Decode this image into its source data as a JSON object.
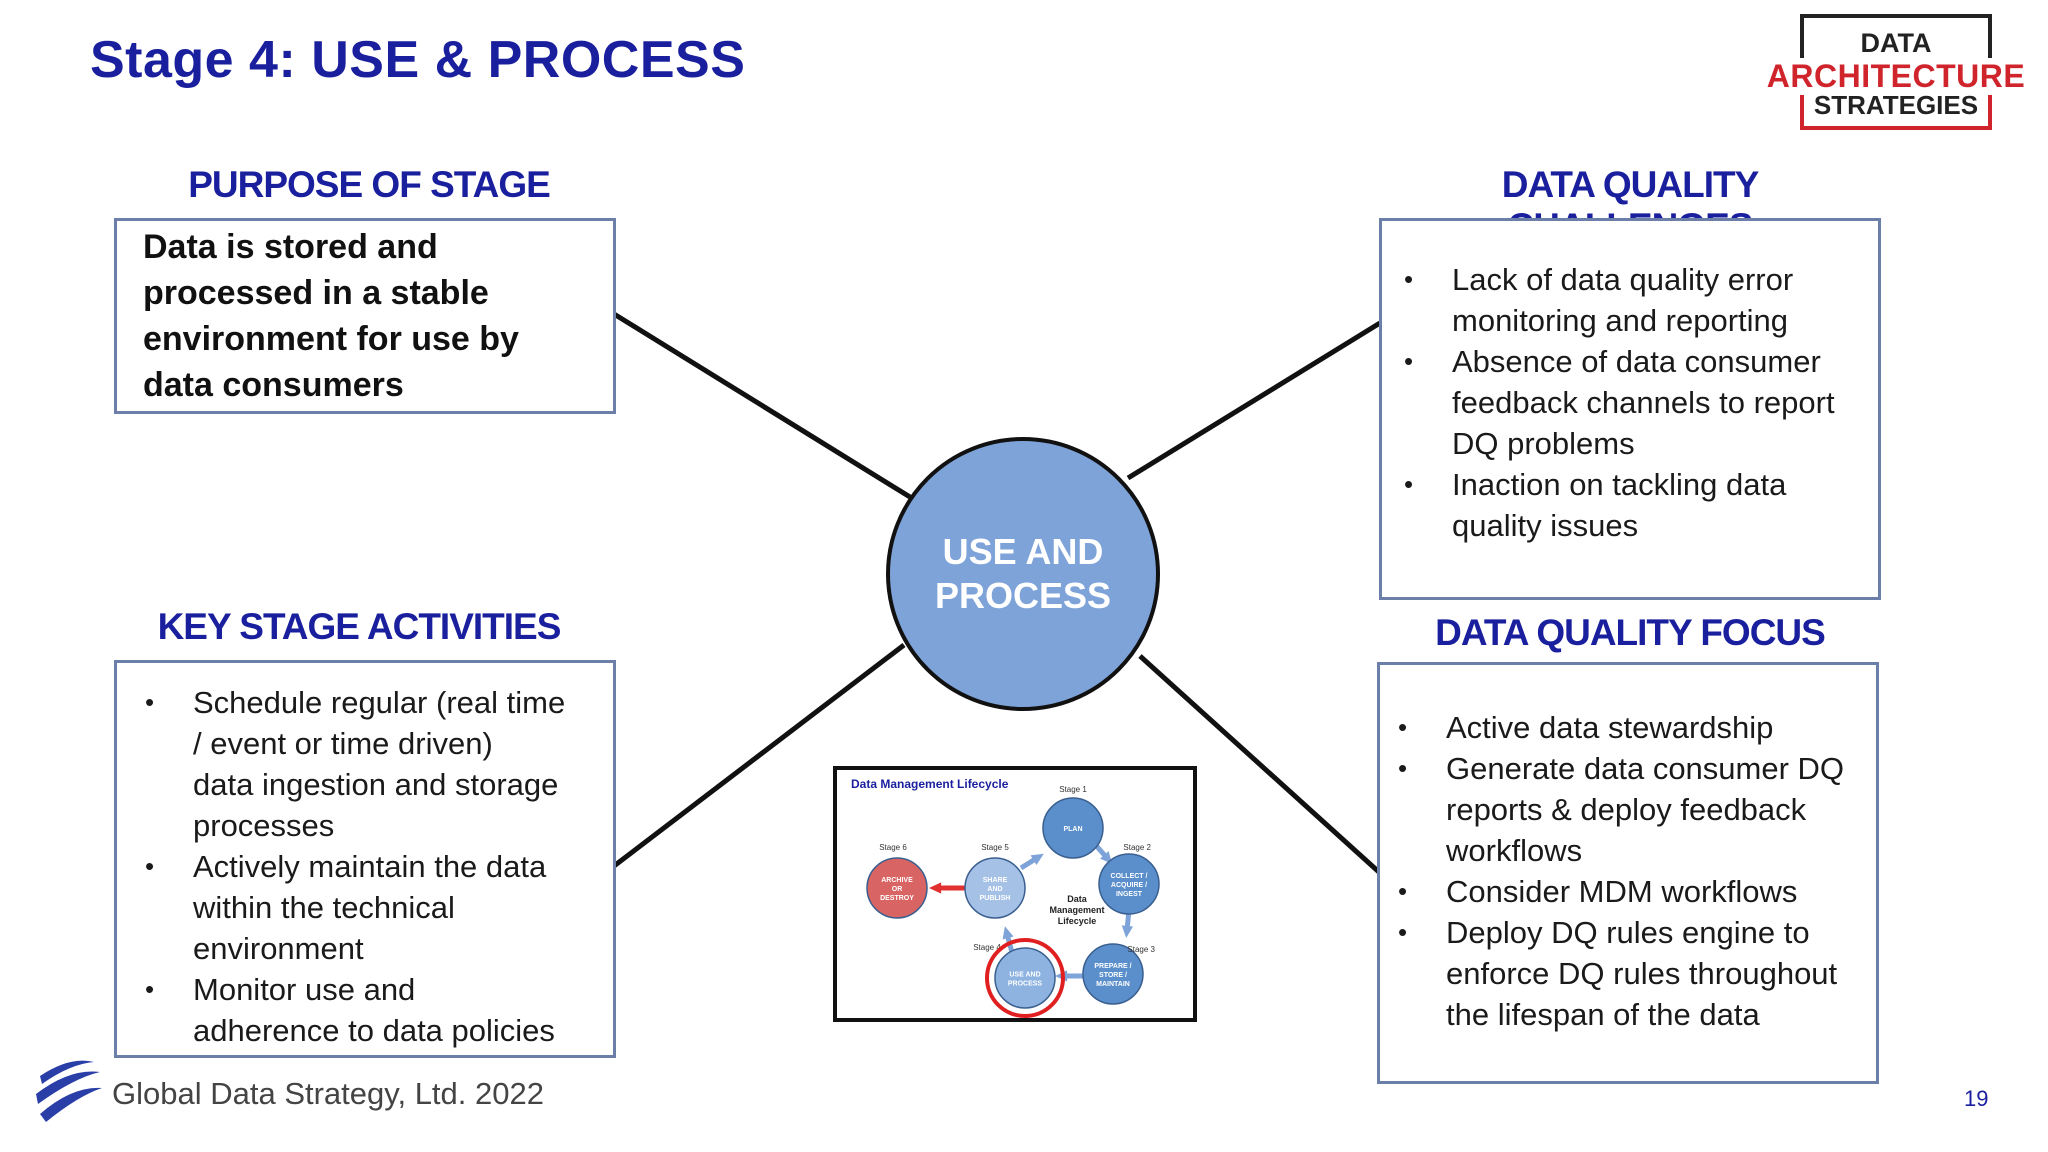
{
  "slide": {
    "title": "Stage 4:  USE & PROCESS",
    "footer": "Global Data Strategy, Ltd. 2022",
    "page_number": "19"
  },
  "logo": {
    "line1": "DATA",
    "line2": "ARCHITECTURE",
    "line3": "STRATEGIES"
  },
  "center": {
    "line1": "USE AND",
    "line2": "PROCESS"
  },
  "purpose": {
    "heading": "PURPOSE OF STAGE",
    "text_lines": [
      "Data is stored and",
      "processed in a stable",
      "environment for use by",
      "data consumers"
    ]
  },
  "activities": {
    "heading": "KEY STAGE ACTIVITIES",
    "items": [
      [
        "Schedule regular (real time",
        "/ event or time driven)",
        "data ingestion and storage",
        "processes"
      ],
      [
        "Actively maintain the data",
        "within the technical",
        "environment"
      ],
      [
        "Monitor use and",
        "adherence to data policies"
      ]
    ]
  },
  "challenges": {
    "heading": "DATA QUALITY CHALLENGES",
    "items": [
      [
        "Lack of data quality error",
        "monitoring and reporting"
      ],
      [
        "Absence of data consumer",
        "feedback channels to report",
        "DQ problems"
      ],
      [
        "Inaction on tackling data",
        "quality issues"
      ]
    ]
  },
  "focus": {
    "heading": "DATA QUALITY FOCUS",
    "items": [
      [
        "Active data stewardship"
      ],
      [
        "Generate data consumer DQ",
        "reports & deploy feedback",
        "workflows"
      ],
      [
        "Consider MDM workflows"
      ],
      [
        "Deploy DQ rules engine to",
        "enforce DQ rules throughout",
        "the lifespan of the data"
      ]
    ]
  },
  "lifecycle": {
    "title": "Data Management Lifecycle",
    "center_label": [
      "Data",
      "Management",
      "Lifecycle"
    ],
    "stages": [
      {
        "stage": "Stage 1",
        "label": [
          "PLAN"
        ],
        "color": "#5b8fcb"
      },
      {
        "stage": "Stage 2",
        "label": [
          "COLLECT /",
          "ACQUIRE /",
          "INGEST"
        ],
        "color": "#5b8fcb"
      },
      {
        "stage": "Stage 3",
        "label": [
          "PREPARE /",
          "STORE /",
          "MAINTAIN"
        ],
        "color": "#5b8fcb"
      },
      {
        "stage": "Stage 4",
        "label": [
          "USE AND",
          "PROCESS"
        ],
        "color": "#8fb3e0"
      },
      {
        "stage": "Stage 5",
        "label": [
          "SHARE",
          "AND",
          "PUBLISH"
        ],
        "color": "#a5c1e6"
      },
      {
        "stage": "Stage 6",
        "label": [
          "ARCHIVE",
          "OR",
          "DESTROY"
        ],
        "color": "#d96464"
      }
    ],
    "highlight_color": "#e02020"
  },
  "colors": {
    "title": "#1a1f9e",
    "box_border": "#6b7fa8",
    "circle_fill": "#7ea3d8",
    "logo_red": "#d0242c"
  }
}
